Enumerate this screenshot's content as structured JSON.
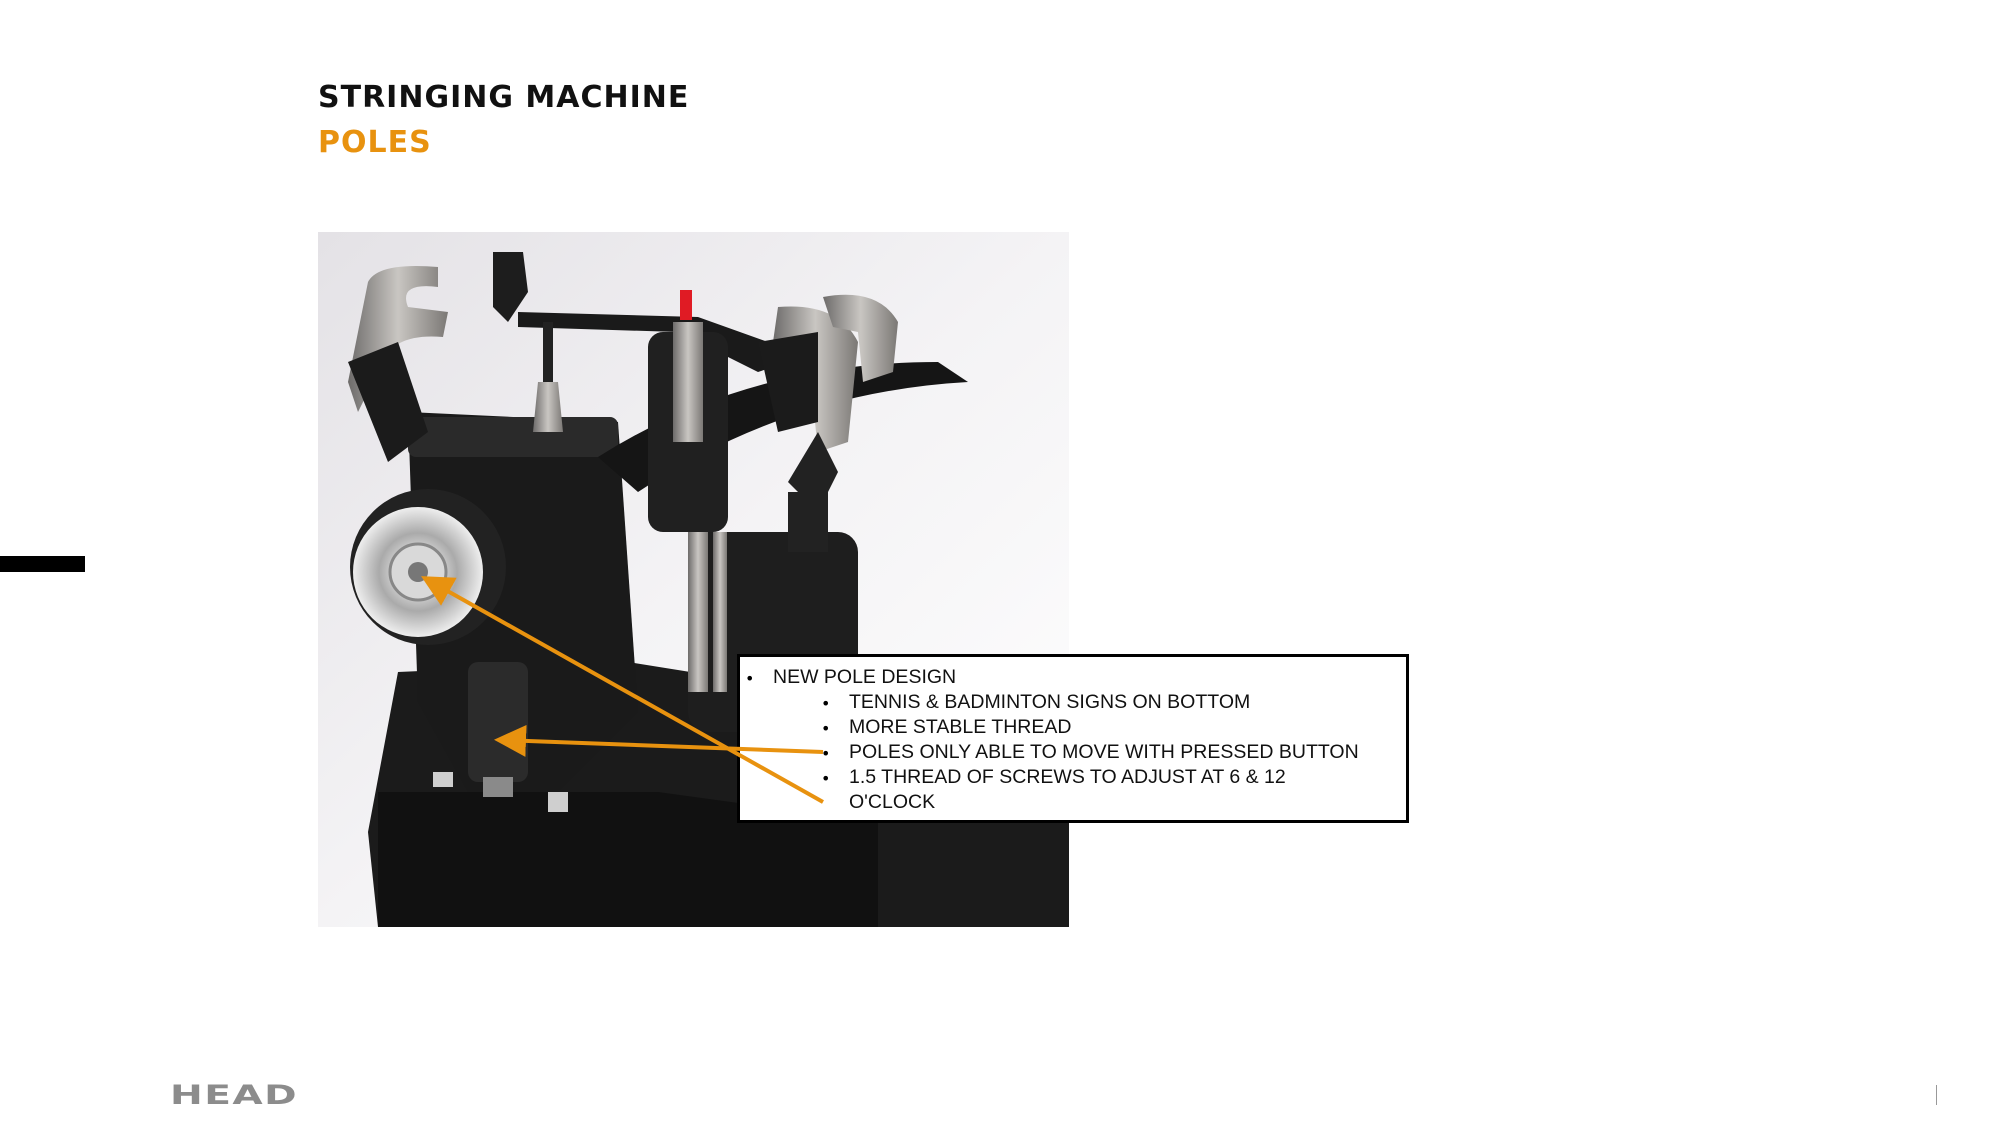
{
  "slide": {
    "title": "STRINGING MACHINE",
    "subtitle": "POLES"
  },
  "callout": {
    "items": [
      {
        "level": 1,
        "text": "NEW POLE DESIGN"
      },
      {
        "level": 2,
        "text": "TENNIS & BADMINTON SIGNS ON BOTTOM"
      },
      {
        "level": 2,
        "text": "MORE STABLE THREAD"
      },
      {
        "level": 2,
        "text": "POLES ONLY ABLE TO MOVE WITH PRESSED BUTTON"
      },
      {
        "level": 2,
        "text": "1.5 THREAD OF SCREWS TO ADJUST AT 6 & 12"
      },
      {
        "level": 2,
        "text": "O'CLOCK",
        "continuation": true
      }
    ],
    "bullet": "•"
  },
  "footer": {
    "logo": "HEAD"
  },
  "colors": {
    "accent": "#e8920f",
    "title": "#111111",
    "logo": "#8c8c8c"
  }
}
